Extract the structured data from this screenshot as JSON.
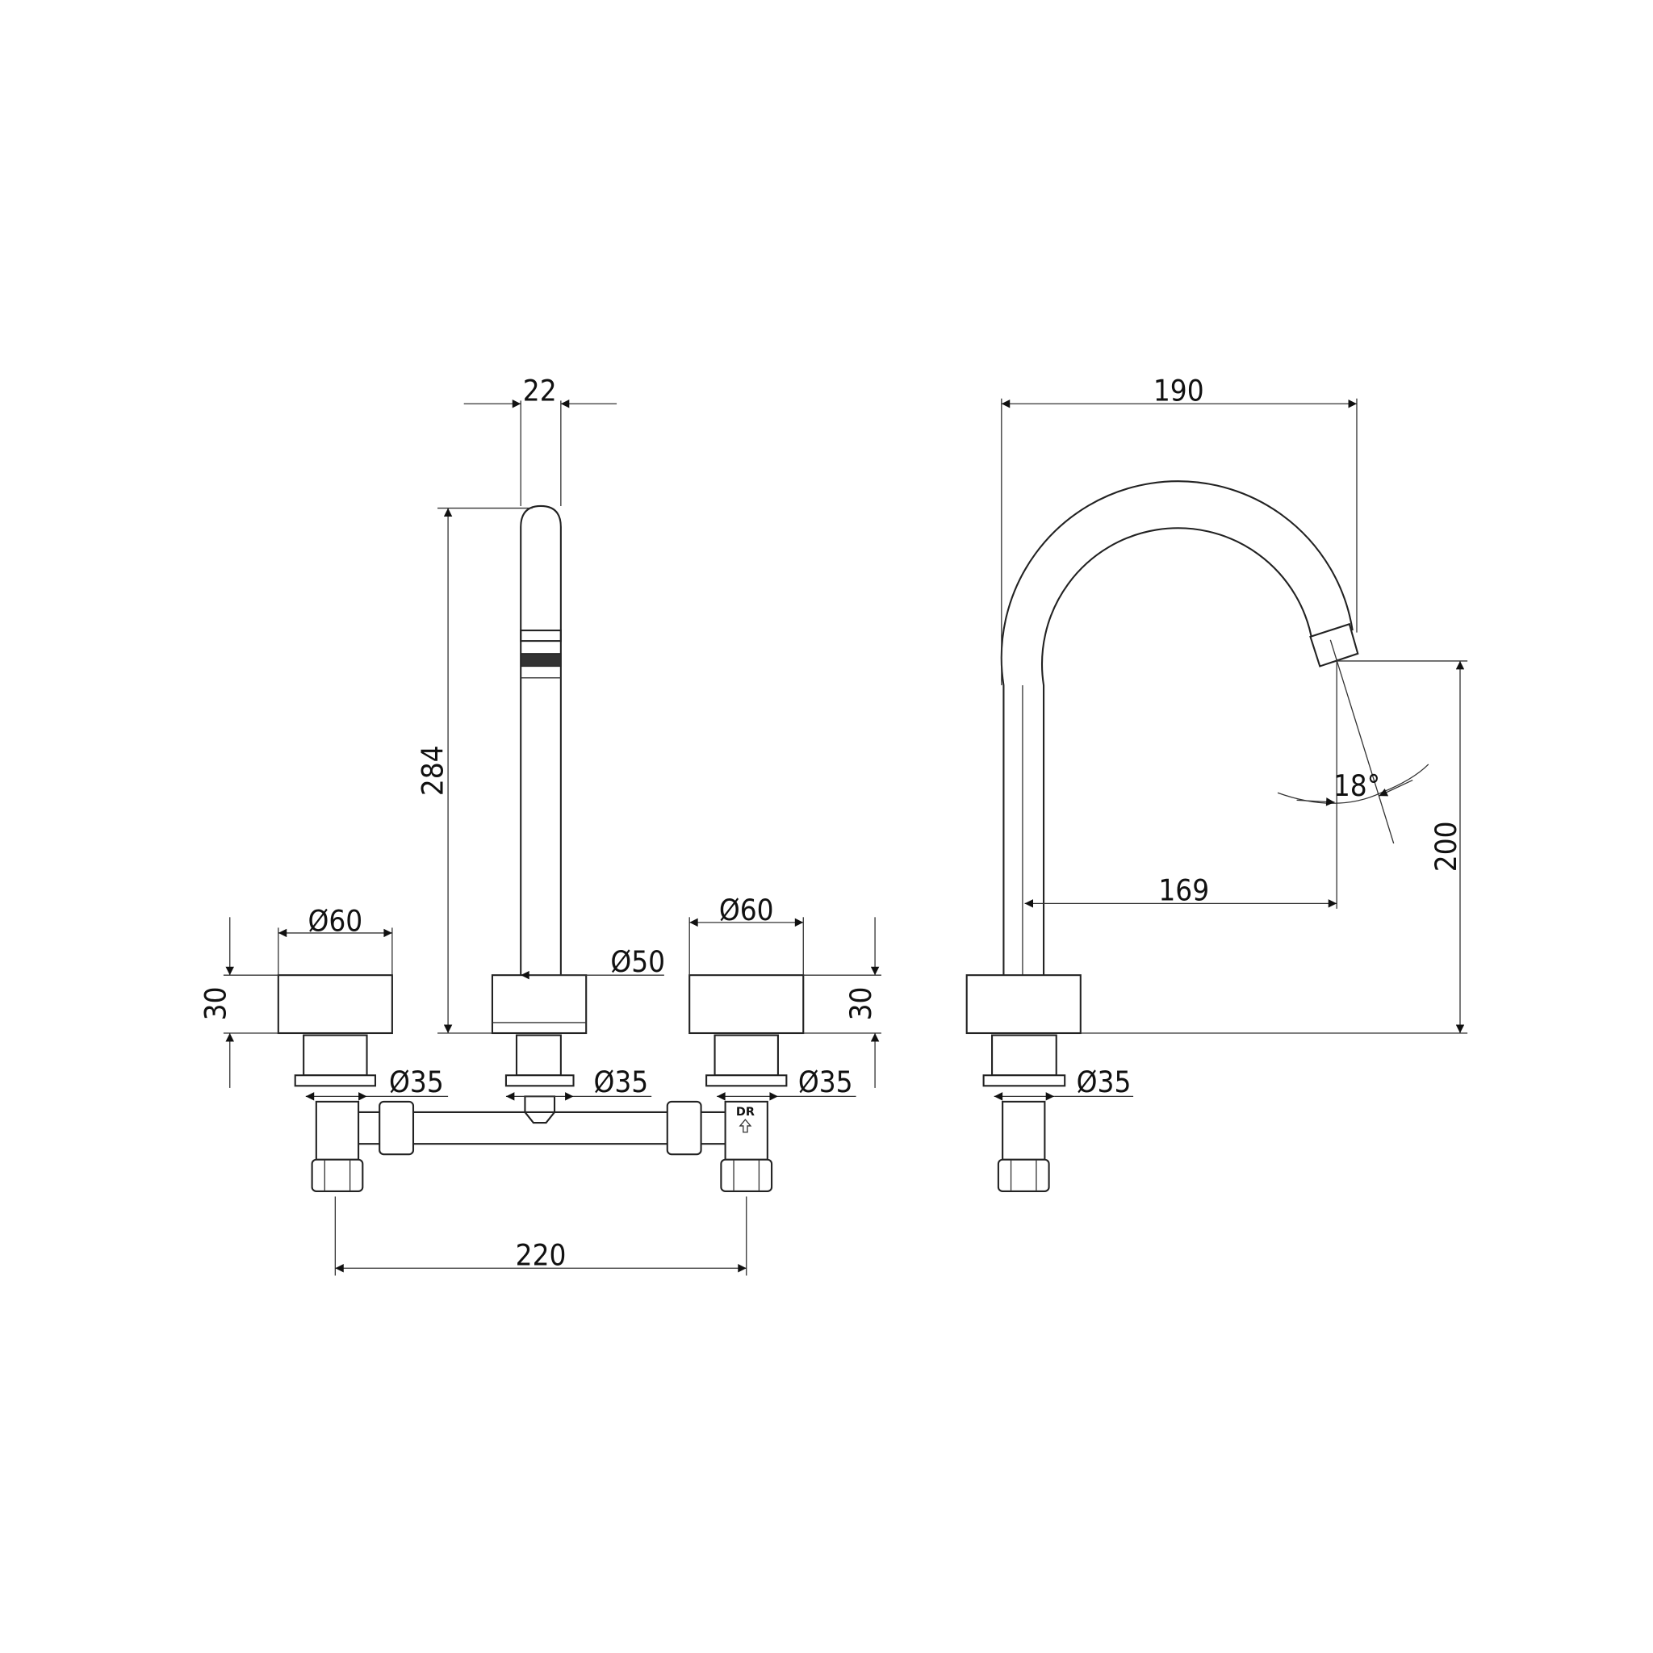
{
  "title": "Three-hole deck mounted basin set technical drawing",
  "front_view": {
    "spout_width": "22",
    "spout_height": "284",
    "spout_base_diameter": "Ø50",
    "left_handle_diameter": "Ø60",
    "left_handle_height": "30",
    "right_handle_diameter": "Ø60",
    "right_handle_height": "30",
    "left_hole_diameter": "Ø35",
    "center_hole_diameter": "Ø35",
    "right_hole_diameter": "Ø35",
    "handle_centers": "220",
    "valve_marking": "DR"
  },
  "side_view": {
    "spout_reach": "190",
    "outlet_projection": "169",
    "outlet_height": "200",
    "outlet_angle": "18°",
    "hole_diameter": "Ø35"
  }
}
